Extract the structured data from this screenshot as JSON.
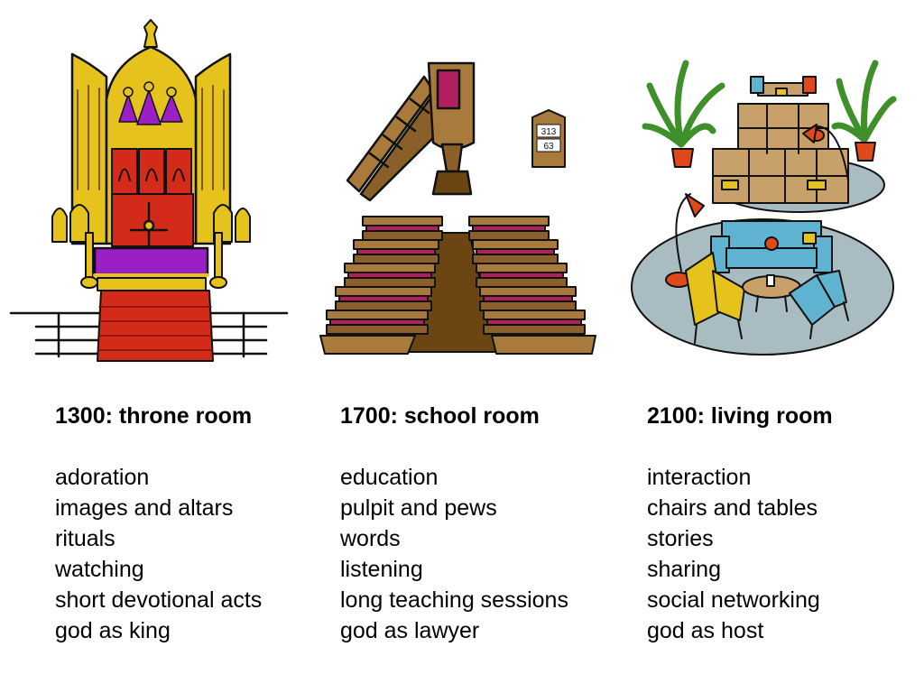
{
  "columns": [
    {
      "heading": "1300: throne room",
      "items": [
        "adoration",
        "images and altars",
        "rituals",
        "watching",
        "short devotional acts",
        "god as king"
      ]
    },
    {
      "heading": "1700: school room",
      "items": [
        "education",
        "pulpit and pews",
        "words",
        "listening",
        "long teaching sessions",
        "god as lawyer"
      ]
    },
    {
      "heading": "2100: living room",
      "items": [
        "interaction",
        "chairs and tables",
        "stories",
        "sharing",
        "social networking",
        "god as host"
      ]
    }
  ],
  "hymn_board": {
    "line1": "313",
    "line2": "63"
  },
  "colors": {
    "gold": "#e6c21c",
    "red": "#d42a1a",
    "purple": "#9a1fc4",
    "wood": "#a87a3c",
    "wood_dark": "#6b4512",
    "pew_seat": "#b0205e",
    "rug": "#a9bcc2",
    "sofa": "#5fb3d0",
    "chair": "#e6c21c",
    "plant": "#3f8f2a",
    "pot": "#e04a1a"
  }
}
